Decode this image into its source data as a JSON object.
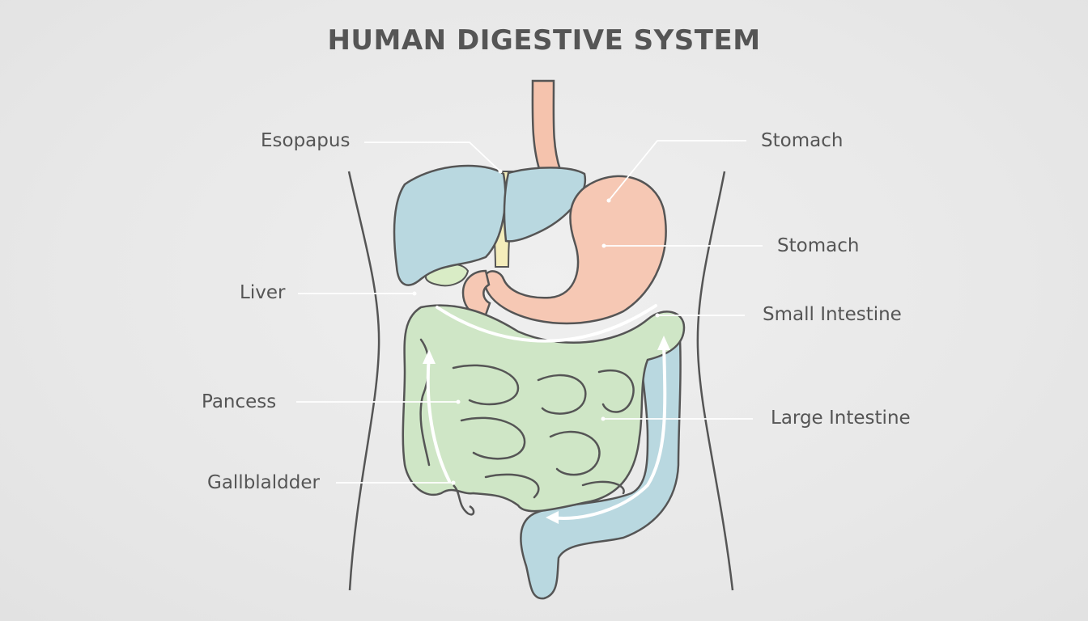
{
  "title": "HUMAN DIGESTIVE SYSTEM",
  "labels": {
    "esophagus": "Esopapus",
    "stomach_top": "Stomach",
    "stomach_mid": "Stomach",
    "liver": "Liver",
    "small_intestine": "Small Intestine",
    "pancreas": "Pancess",
    "large_intestine": "Large Intestine",
    "gallbladder": "Gallblaldder"
  },
  "colors": {
    "liver": "#b9d8e0",
    "stomach": "#f6c8b4",
    "esophagus": "#f5c3ad",
    "small_intestine": "#cfe6c6",
    "large_intestine": "#b9d8e0",
    "gallbladder": "#d9ecc6",
    "pancreas_duct": "#f4edbb",
    "outline": "#555555",
    "text": "#555555"
  }
}
